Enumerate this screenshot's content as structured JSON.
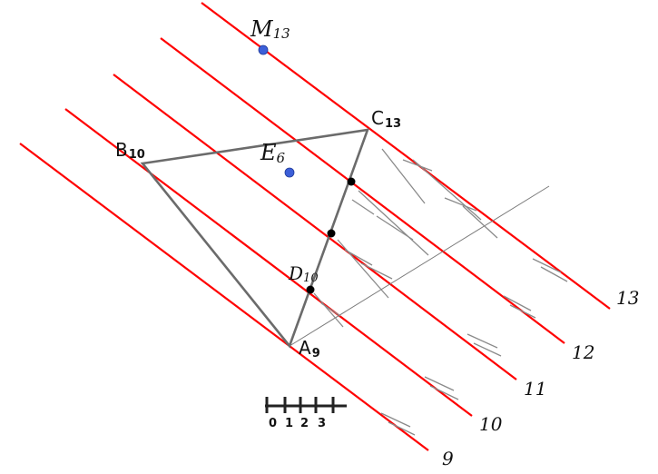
{
  "contour_levels": [
    "9",
    "10",
    "11",
    "12",
    "13"
  ],
  "points": {
    "M": {
      "letter": "M",
      "sub": "13"
    },
    "C": {
      "letter": "C",
      "sub": "13"
    },
    "B": {
      "letter": "B",
      "sub": "10"
    },
    "E": {
      "letter": "E",
      "sub": "6"
    },
    "D": {
      "letter": "D",
      "sub": "10"
    },
    "A": {
      "letter": "A",
      "sub": "9"
    }
  },
  "scale_bar": {
    "ticks": [
      "0",
      "1",
      "2",
      "3"
    ]
  },
  "colors": {
    "contour": "#ff0000",
    "triangle": "#6b6b6b",
    "marker": "#3c5fd8"
  }
}
